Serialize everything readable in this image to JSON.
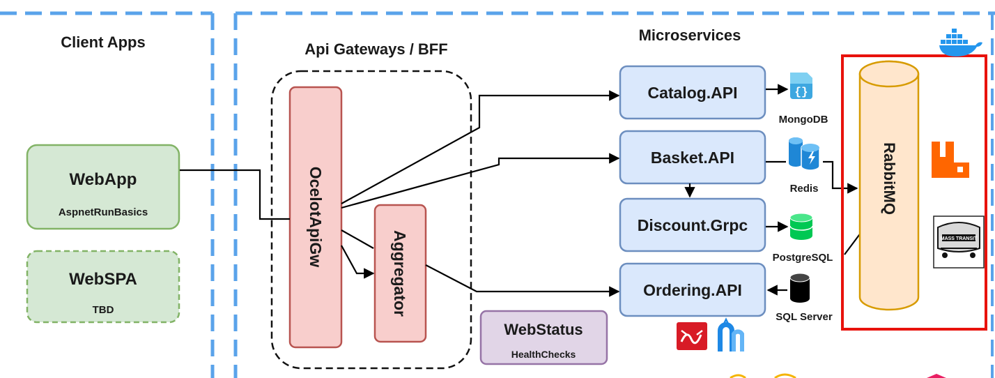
{
  "sections": {
    "client_apps": "Client Apps",
    "gateways": "Api Gateways / BFF",
    "microservices": "Microservices"
  },
  "clients": {
    "webapp": {
      "title": "WebApp",
      "subtitle": "AspnetRunBasics"
    },
    "webspa": {
      "title": "WebSPA",
      "subtitle": "TBD"
    }
  },
  "gateway": {
    "ocelot": "OcelotApiGw",
    "aggregator": "Aggregator"
  },
  "webstatus": {
    "title": "WebStatus",
    "subtitle": "HealthChecks"
  },
  "services": {
    "catalog": "Catalog.API",
    "basket": "Basket.API",
    "discount": "Discount.Grpc",
    "ordering": "Ordering.API"
  },
  "databases": {
    "mongodb": "MongoDB",
    "redis": "Redis",
    "postgres": "PostgreSQL",
    "sqlserver": "SQL Server"
  },
  "messaging": {
    "rabbitmq": "RabbitMQ",
    "masstransit_logo_text": "MASS TRANSIT"
  },
  "colors": {
    "dashed_border": "#5aa3ea",
    "client_fill": "#d5e8d4",
    "client_stroke": "#82b366",
    "gateway_fill": "#f8cecc",
    "gateway_stroke": "#b85450",
    "service_fill": "#dae8fc",
    "service_stroke": "#6c8ebf",
    "webstatus_fill": "#e1d5e7",
    "webstatus_stroke": "#9673a6",
    "rabbit_fill": "#ffe6cc",
    "rabbit_stroke": "#d79b00",
    "highlight_red": "#e8120c",
    "rabbit_orange": "#ff6600",
    "docker_blue": "#2496ed",
    "redis_blue": "#1f87d6",
    "postgres_green": "#00c853"
  },
  "icons": [
    "docker-icon",
    "mongodb-icon",
    "redis-icon",
    "postgresql-icon",
    "sqlserver-icon",
    "rabbitmq-icon",
    "masstransit-icon",
    "grpc-icon",
    "mediatr-icon"
  ]
}
